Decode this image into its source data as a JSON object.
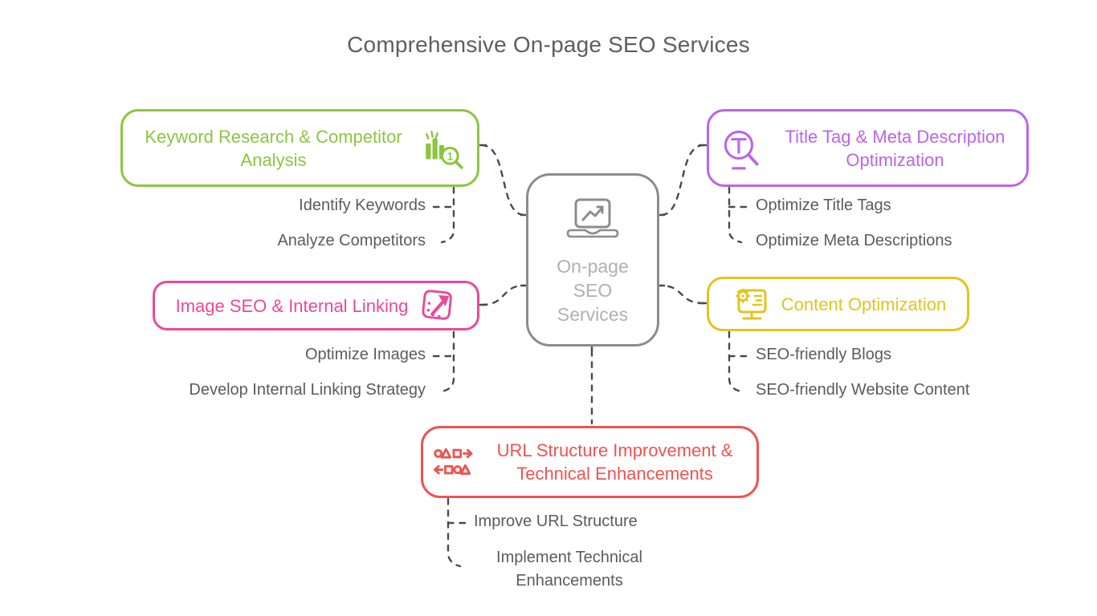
{
  "title": "Comprehensive On-page SEO Services",
  "center": {
    "label": "On-page\nSEO\nServices",
    "icon": "laptop-trend-icon",
    "border_color": "#8c8c8c",
    "text_color": "#b1b1b1"
  },
  "connector_color": "#4a4a4a",
  "branches": [
    {
      "id": "keyword-research",
      "label": "Keyword Research & Competitor Analysis",
      "color": "#8cc63f",
      "icon": "bar-chart-search-icon",
      "icon_badge": "1",
      "children": [
        "Identify Keywords",
        "Analyze Competitors"
      ]
    },
    {
      "id": "image-seo",
      "label": "Image SEO & Internal Linking",
      "color": "#ec4899",
      "icon": "image-link-arrow-icon",
      "children": [
        "Optimize Images",
        "Develop Internal Linking Strategy"
      ]
    },
    {
      "id": "title-meta",
      "label": "Title Tag & Meta Description Optimization",
      "color": "#bc64ec",
      "icon": "magnifier-title-icon",
      "children": [
        "Optimize Title Tags",
        "Optimize Meta Descriptions"
      ]
    },
    {
      "id": "content-optimization",
      "label": "Content Optimization",
      "color": "#e2c41c",
      "icon": "monitor-gear-icon",
      "children": [
        "SEO-friendly Blogs",
        "SEO-friendly Website Content"
      ]
    },
    {
      "id": "url-structure",
      "label": "URL Structure Improvement & Technical Enhancements",
      "color": "#ef5350",
      "icon": "shapes-flow-icon",
      "children": [
        "Improve URL Structure",
        "Implement Technical Enhancements"
      ]
    }
  ]
}
